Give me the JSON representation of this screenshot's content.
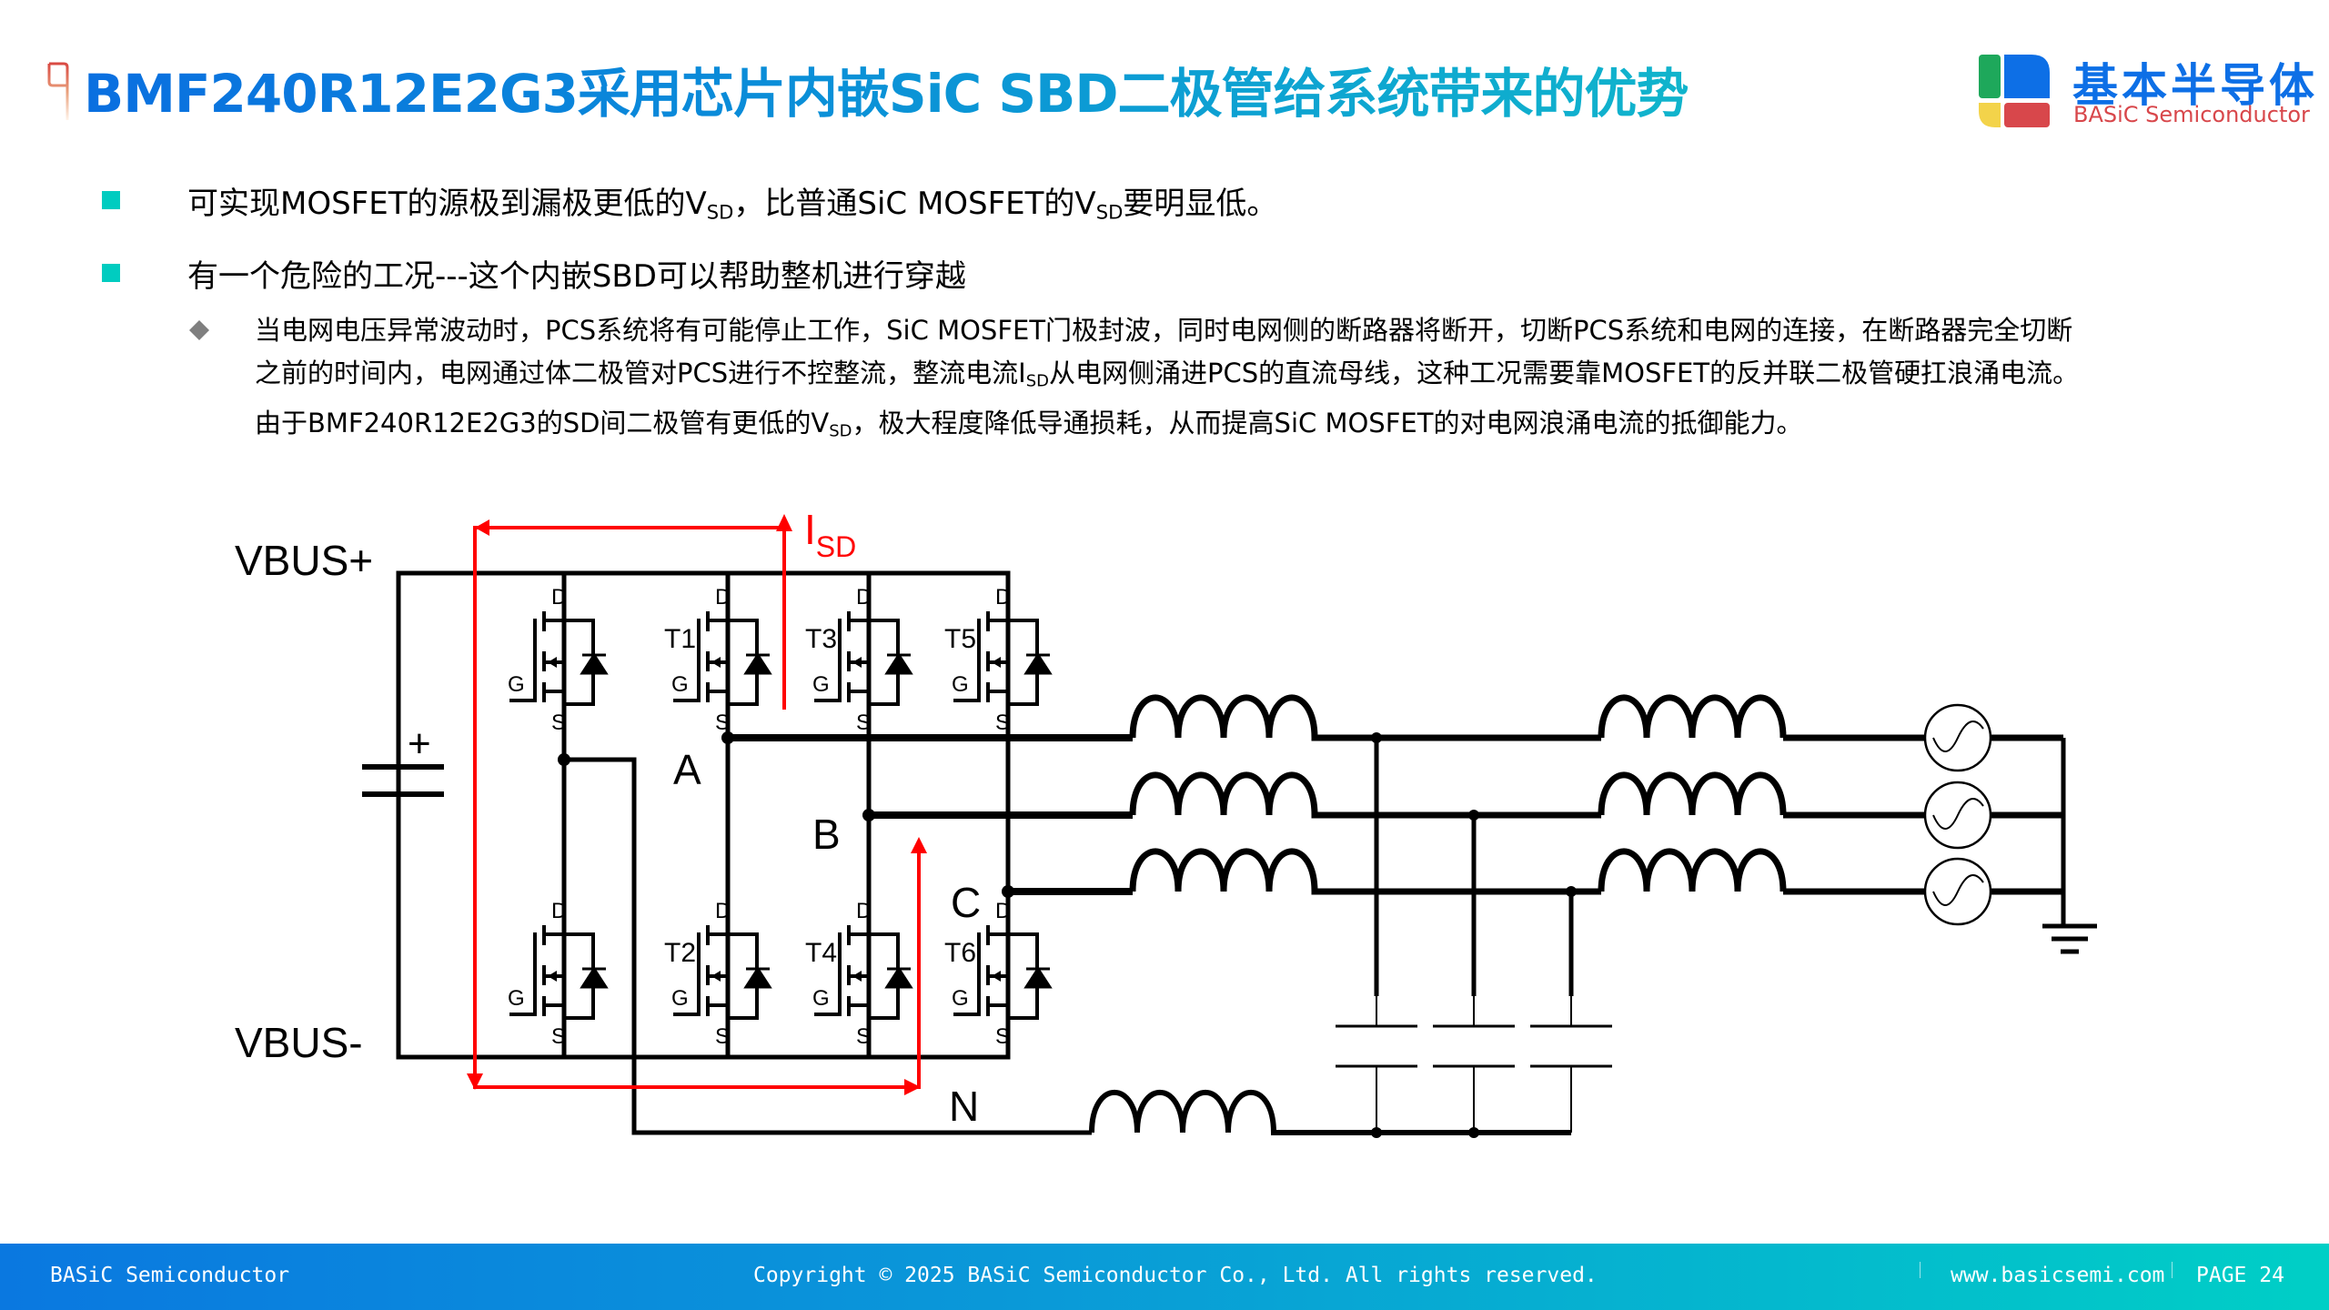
{
  "header": {
    "title": "BMF240R12E2G3采用芯片内嵌SiC SBD二极管给系统带来的优势",
    "title_marker_icon": "bracket-marker-icon"
  },
  "logo": {
    "cn": "基本半导体",
    "en": "BASiC Semiconductor",
    "colors": {
      "green": "#1ea85b",
      "blue": "#0d6fe6",
      "yellow": "#f3d34a",
      "red": "#d8474b"
    }
  },
  "bullets": [
    {
      "icon": "square-bullet-icon",
      "pre": "可实现MOSFET的源极到漏极更低的V",
      "sub1": "SD",
      "mid": "，比普通SiC MOSFET的V",
      "sub2": "SD",
      "post": "要明显低。"
    },
    {
      "icon": "square-bullet-icon",
      "text": "有一个危险的工况---这个内嵌SBD可以帮助整机进行穿越"
    }
  ],
  "sub_bullet": {
    "icon": "diamond-bullet-icon",
    "line1": "当电网电压异常波动时，PCS系统将有可能停止工作，SiC MOSFET门极封波，同时电网侧的断路器将断开，切断PCS系统和电网的连接，在断路器完全切断",
    "line2_pre": "之前的时间内，电网通过体二极管对PCS进行不控整流，整流电流I",
    "line2_sub": "SD",
    "line2_post": "从电网侧涌进PCS的直流母线，这种工况需要靠MOSFET的反并联二极管硬扛浪涌电流。",
    "line3_pre": "由于BMF240R12E2G3的SD间二极管有更低的V",
    "line3_sub": "SD",
    "line3_post": "，极大程度降低导通损耗，从而提高SiC MOSFET的对电网浪涌电流的抵御能力。"
  },
  "circuit": {
    "vbus_plus": "VBUS+",
    "vbus_minus": "VBUS-",
    "current_label": "I",
    "current_sub": "SD",
    "node_labels": {
      "a": "A",
      "b": "B",
      "c": "C",
      "n": "N"
    },
    "switches_top": [
      "",
      "T1",
      "T3",
      "T5"
    ],
    "switches_bottom": [
      "",
      "T2",
      "T4",
      "T6"
    ],
    "pin_d": "D",
    "pin_g": "G",
    "pin_s": "S",
    "cap_plus": "+",
    "highlight_color": "#ff0000"
  },
  "footer": {
    "company": "BASiC Semiconductor",
    "copyright": "Copyright © 2025 BASiC Semiconductor Co., Ltd. All rights reserved.",
    "url": "www.basicsemi.com",
    "page": "PAGE 24"
  }
}
